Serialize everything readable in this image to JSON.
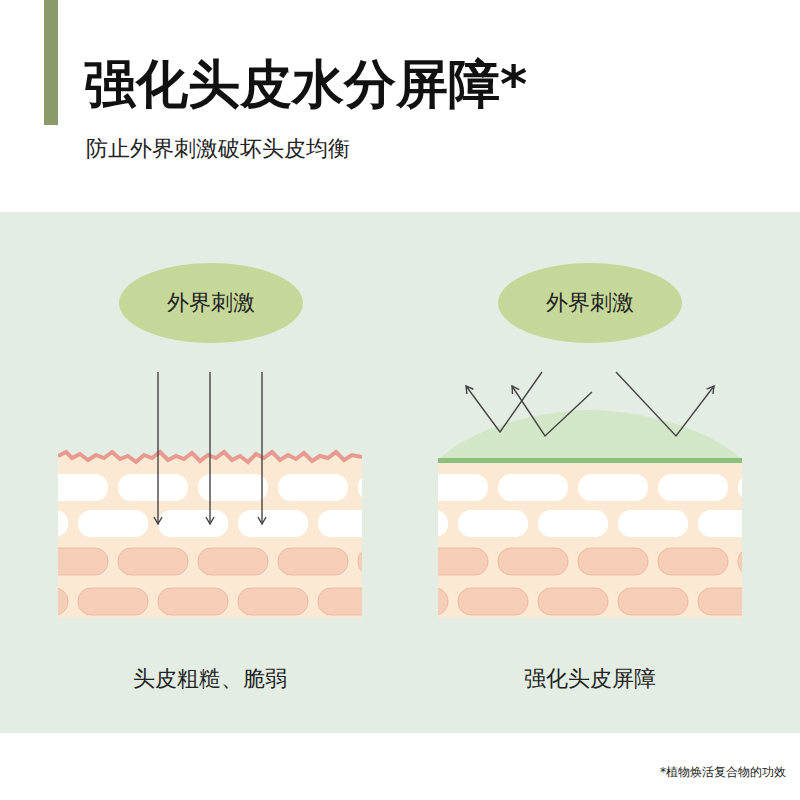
{
  "diagram": {
    "title": "强化头皮水分屏障*",
    "nodes": [
      {
        "text": [
          "外界刺激"
        ]
      },
      {
        "text": [
          "外界刺激"
        ]
      }
    ],
    "labels": [
      "防止外界刺激破坏头皮均衡",
      "头皮粗糙、脆弱",
      "强化头皮屏障",
      "*植物焕活复合物的功效"
    ]
  }
}
